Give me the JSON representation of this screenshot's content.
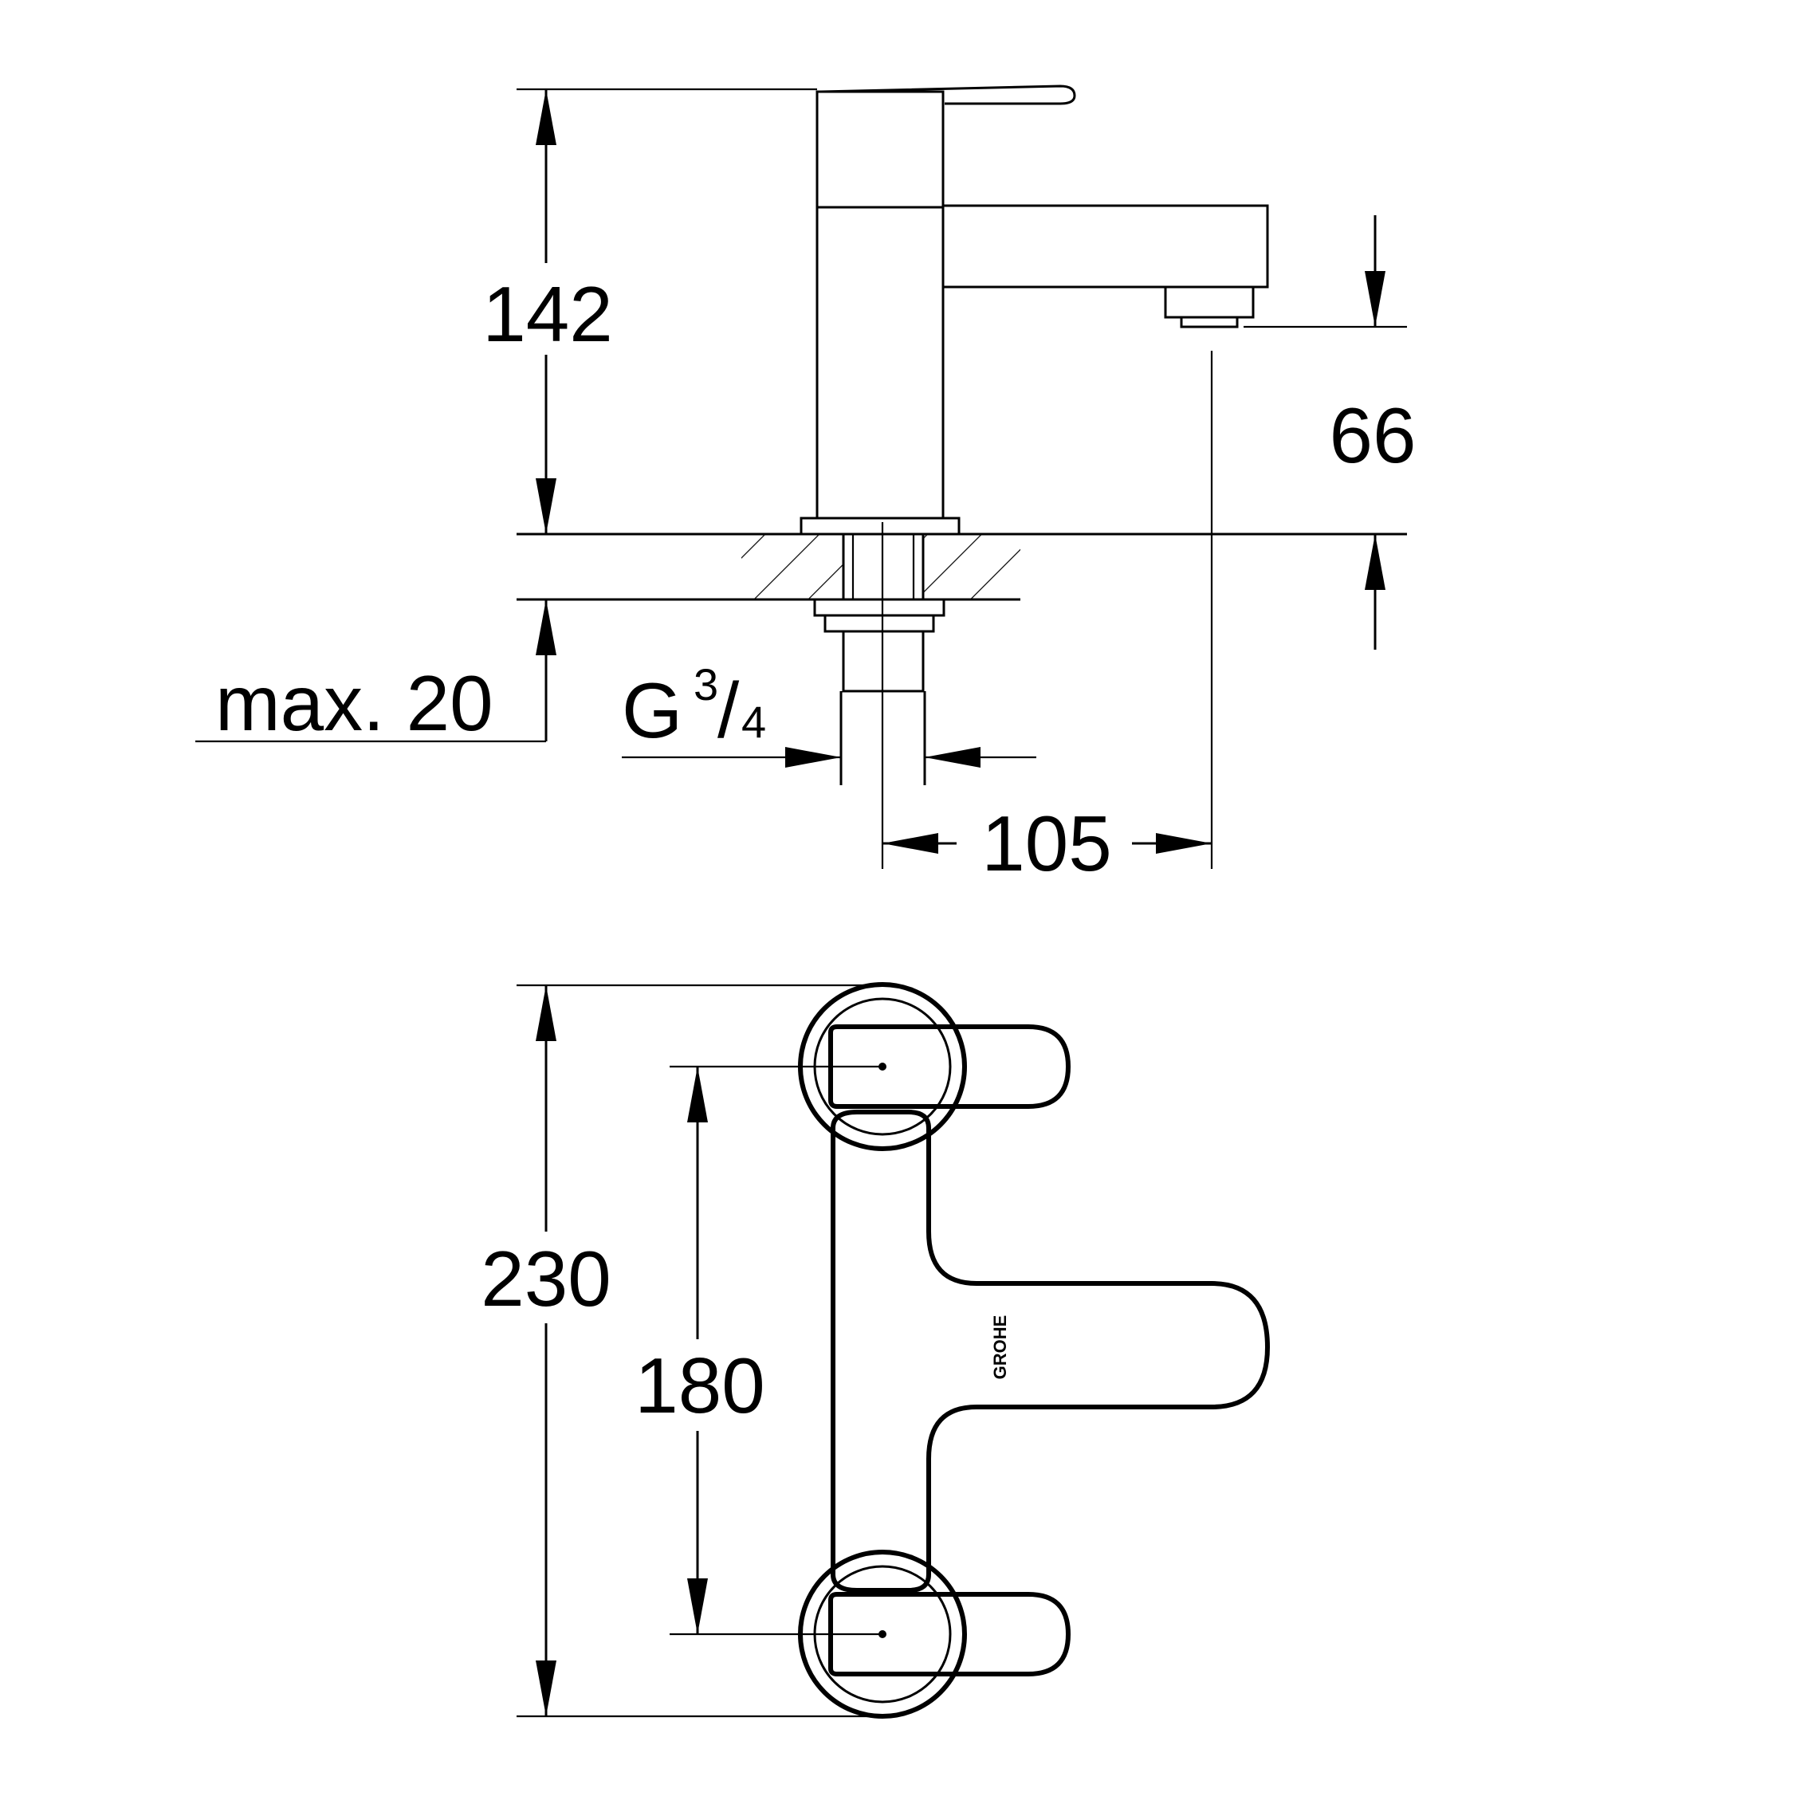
{
  "side_view": {
    "dim_height": "142",
    "dim_spout_height": "66",
    "dim_max_thickness": "max. 20",
    "thread_prefix": "G",
    "thread_num": "3",
    "thread_slash": "/",
    "thread_den": "4",
    "dim_projection": "105"
  },
  "top_view": {
    "dim_overall_length": "230",
    "dim_center_distance": "180",
    "logo_text": "GROHE"
  },
  "colors": {
    "line": "#000000",
    "background": "#ffffff"
  }
}
